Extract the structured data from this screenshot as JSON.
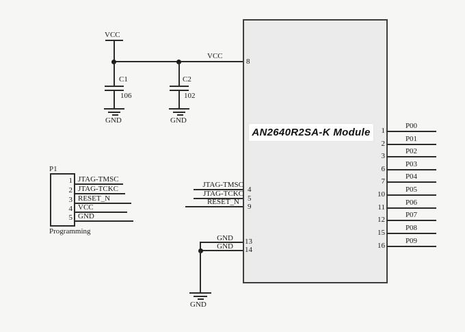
{
  "colors": {
    "line": "#2b2b2b",
    "text": "#1b1b1b",
    "bg": "#f6f6f4",
    "module_fill": "#ebebeb",
    "module_border": "#3e3e3e",
    "patch": "#fefefe"
  },
  "power": {
    "vcc_symbol": "VCC",
    "rail_label": "VCC"
  },
  "capacitors": [
    {
      "ref": "C1",
      "value": "106",
      "ground": "GND"
    },
    {
      "ref": "C2",
      "value": "102",
      "ground": "GND"
    }
  ],
  "module": {
    "title": "AN2640R2SA-K Module",
    "vcc_pin": {
      "number": "8"
    },
    "jtag_pins": [
      {
        "number": "4",
        "label": "JTAG-TMSC"
      },
      {
        "number": "5",
        "label": "JTAG-TCKC"
      },
      {
        "number": "9",
        "label": "RESET_N"
      }
    ],
    "gnd_pins": [
      {
        "number": "13",
        "label": "GND"
      },
      {
        "number": "14",
        "label": "GND"
      }
    ],
    "gnd_symbol_label": "GND",
    "right_pins": [
      {
        "number": "1",
        "label": "P00"
      },
      {
        "number": "2",
        "label": "P01"
      },
      {
        "number": "3",
        "label": "P02"
      },
      {
        "number": "6",
        "label": "P03"
      },
      {
        "number": "7",
        "label": "P04"
      },
      {
        "number": "10",
        "label": "P05"
      },
      {
        "number": "11",
        "label": "P06"
      },
      {
        "number": "12",
        "label": "P07"
      },
      {
        "number": "15",
        "label": "P08"
      },
      {
        "number": "16",
        "label": "P09"
      }
    ]
  },
  "connector": {
    "ref": "P1",
    "caption": "Programming",
    "pins": [
      {
        "number": "1",
        "label": "JTAG-TMSC"
      },
      {
        "number": "2",
        "label": "JTAG-TCKC"
      },
      {
        "number": "3",
        "label": "RESET_N"
      },
      {
        "number": "4",
        "label": "VCC"
      },
      {
        "number": "5",
        "label": "GND"
      }
    ]
  }
}
